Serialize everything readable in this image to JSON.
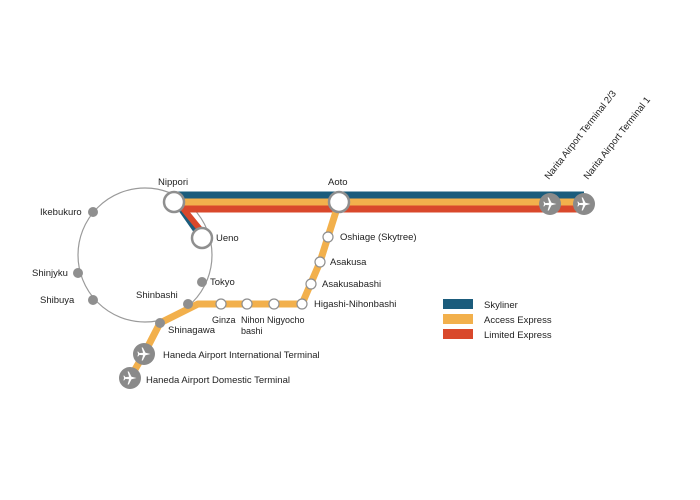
{
  "colors": {
    "skyliner": "#1b5c7c",
    "access_express": "#f2b04c",
    "limited_express": "#d9482b",
    "loop_line": "#9a9a9a",
    "station_gray": "#8f8f8f",
    "airport_gray": "#8a8a8a"
  },
  "stations": {
    "nippori": "Nippori",
    "aoto": "Aoto",
    "ueno": "Ueno",
    "ikebukuro": "Ikebukuro",
    "shinjyku": "Shinjyku",
    "shibuya": "Shibuya",
    "tokyo": "Tokyo",
    "shinbashi": "Shinbashi",
    "shinagawa": "Shinagawa",
    "ginza": "Ginza",
    "nihonbashi_1": "Nihon",
    "nihonbashi_2": "bashi",
    "nigyocho": "Nigyocho",
    "higashi_nihonbashi": "Higashi-Nihonbashi",
    "asakusabashi": "Asakusabashi",
    "asakusa": "Asakusa",
    "oshiage": "Oshiage (Skytree)",
    "haneda_intl": "Haneda Airport International Terminal",
    "haneda_dom": "Haneda Airport Domestic Terminal",
    "narita_t23": "Narita Airport Terminal 2/3",
    "narita_t1": "Narita Airport Terminal 1"
  },
  "icons": {
    "airport": "airplane-icon"
  },
  "legend": [
    {
      "label": "Skyliner",
      "color": "#1b5c7c"
    },
    {
      "label": "Access Express",
      "color": "#f2b04c"
    },
    {
      "label": "Limited Express",
      "color": "#d9482b"
    }
  ]
}
